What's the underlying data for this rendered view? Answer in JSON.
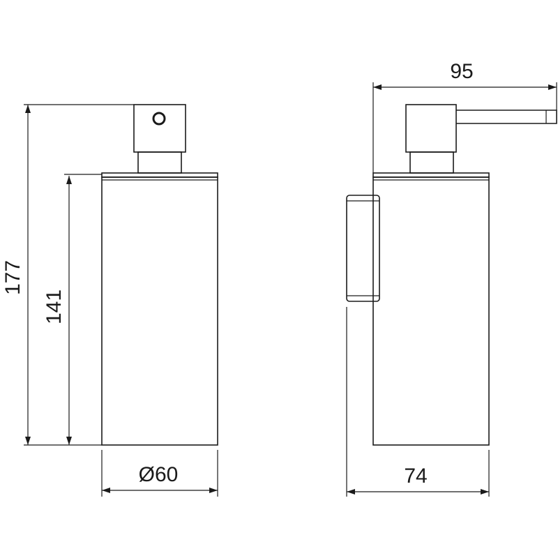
{
  "dimensions": {
    "overall_height": "177",
    "body_height": "141",
    "body_diameter": "Ø60",
    "overall_depth": "95",
    "body_depth": "74"
  },
  "colors": {
    "line": "#1a1a1a",
    "background": "#ffffff"
  }
}
